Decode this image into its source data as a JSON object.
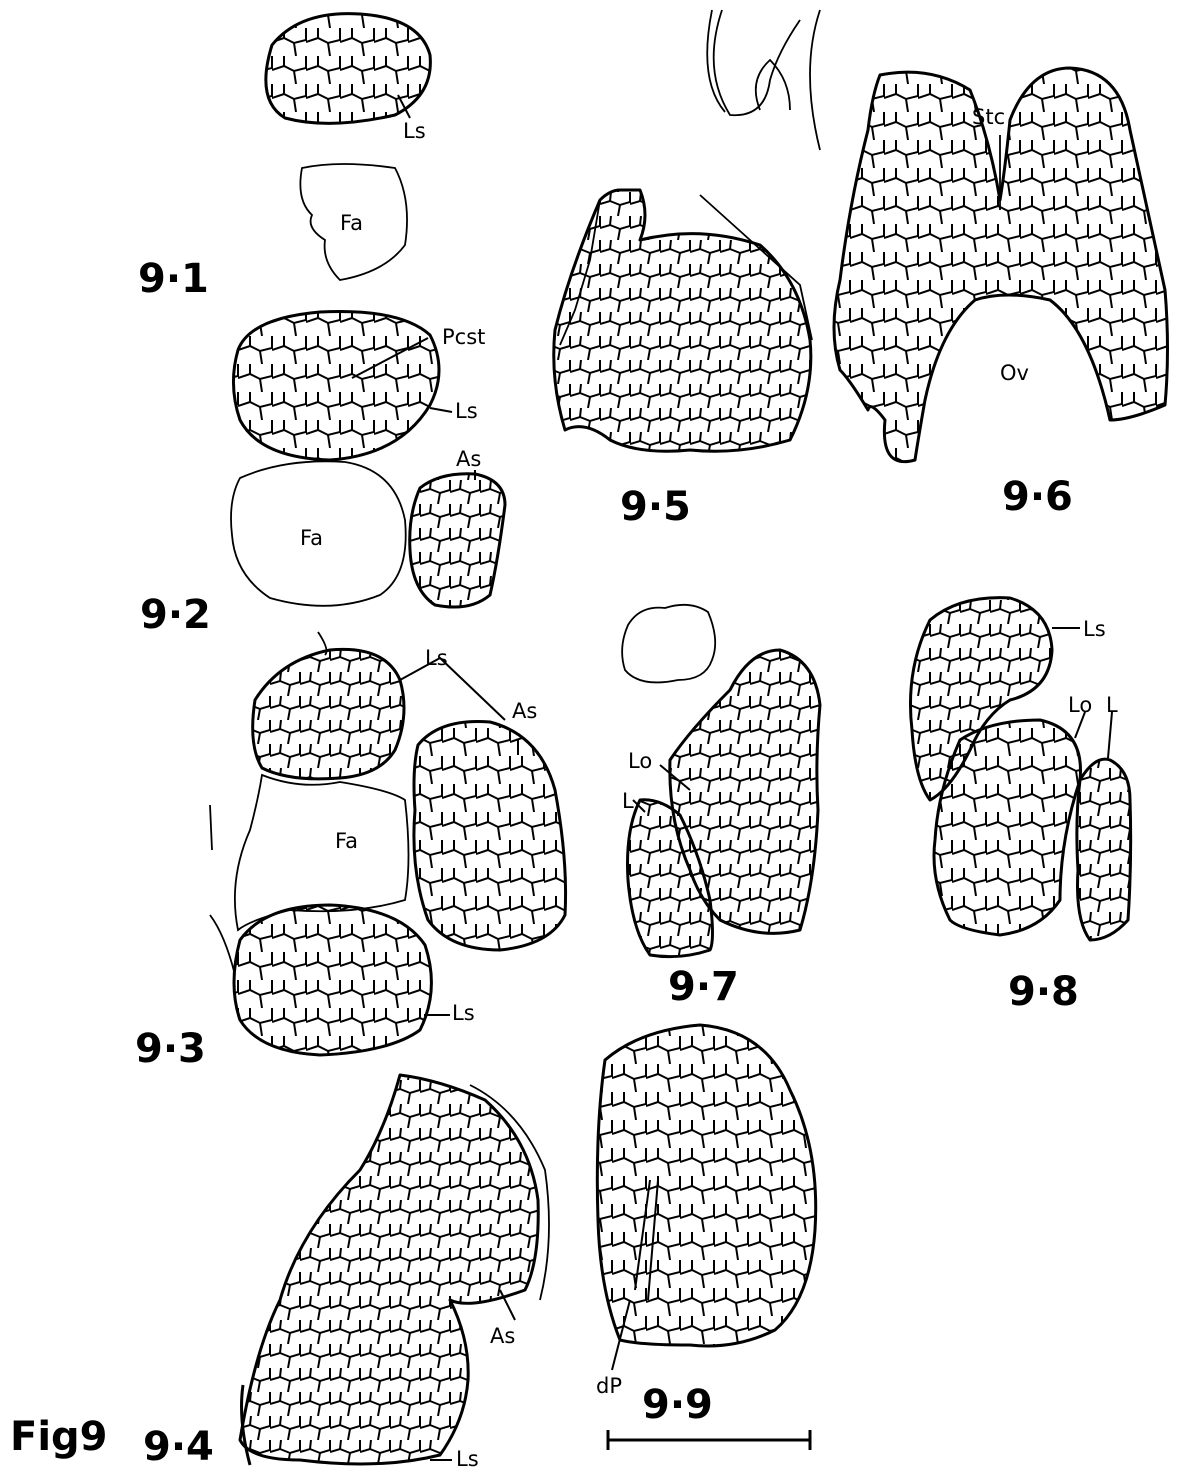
{
  "figure_label": "Fig9",
  "panels": [
    {
      "id": "9.1",
      "label": "9·1"
    },
    {
      "id": "9.2",
      "label": "9·2"
    },
    {
      "id": "9.3",
      "label": "9·3"
    },
    {
      "id": "9.4",
      "label": "9·4"
    },
    {
      "id": "9.5",
      "label": "9·5"
    },
    {
      "id": "9.6",
      "label": "9·6"
    },
    {
      "id": "9.7",
      "label": "9·7"
    },
    {
      "id": "9.8",
      "label": "9·8"
    },
    {
      "id": "9.9",
      "label": "9·9"
    }
  ],
  "annotations": {
    "ls_9_1": "Ls",
    "fa_9_1": "Fa",
    "pcst_9_2": "Pcst",
    "ls_9_2": "Ls",
    "as_9_2": "As",
    "fa_9_2": "Fa",
    "ls_9_3_top": "Ls",
    "as_9_3": "As",
    "fa_9_3": "Fa",
    "ls_9_3_bottom": "Ls",
    "as_9_4": "As",
    "ls_9_4": "Ls",
    "stc_9_6": "Stc",
    "ov_9_6": "Ov",
    "lo_9_7": "Lo",
    "l_9_7": "L",
    "ls_9_8": "Ls",
    "lo_9_8": "Lo",
    "l_9_8": "L",
    "dp_9_9": "dP"
  }
}
